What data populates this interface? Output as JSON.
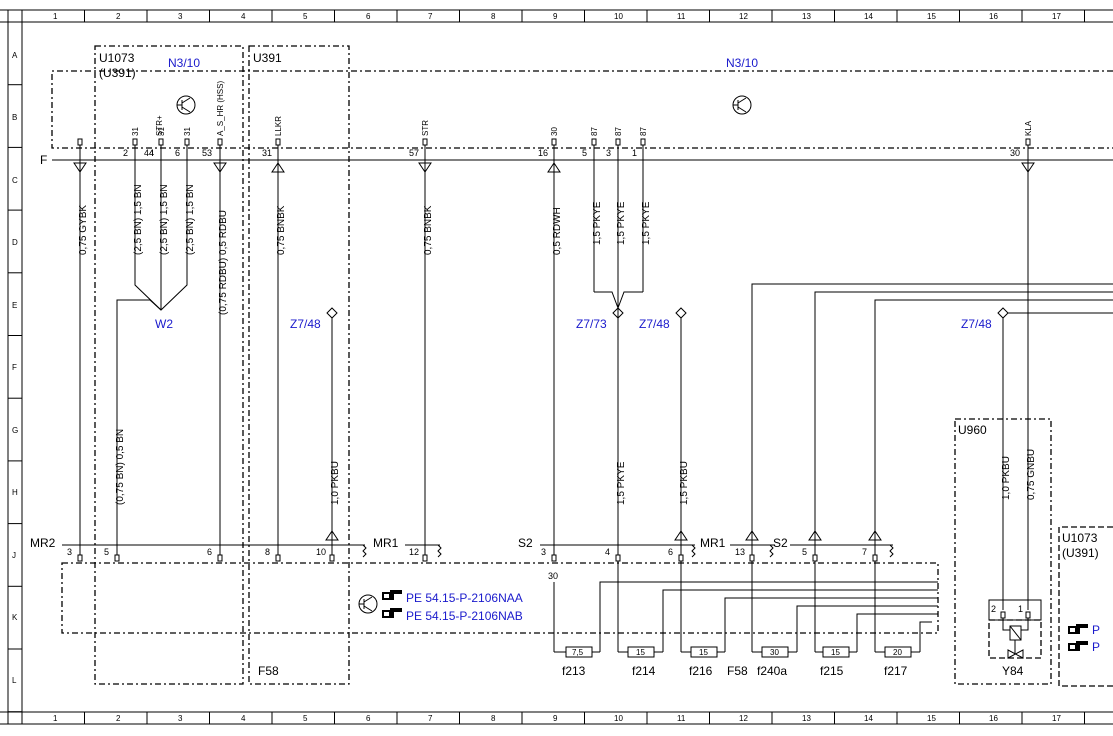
{
  "grid": {
    "columns": [
      "1",
      "2",
      "3",
      "4",
      "5",
      "6",
      "7",
      "8",
      "9",
      "10",
      "11",
      "12",
      "13",
      "14",
      "15",
      "16",
      "17"
    ],
    "rows": [
      "A",
      "B",
      "C",
      "D",
      "E",
      "F",
      "G",
      "H",
      "J",
      "K",
      "L"
    ]
  },
  "components": {
    "u1073": "U1073",
    "u391_sub": "(U391)",
    "u391": "U391",
    "n310": "N3/10",
    "u960": "U960",
    "y84": "Y84",
    "f58_a": "F58",
    "f58_b": "F58",
    "w2": "W2",
    "u1073_right": "U1073",
    "u391_right": "(U391)"
  },
  "bus": {
    "f": "F",
    "mr2": "MR2",
    "mr1_a": "MR1",
    "mr1_b": "MR1",
    "s2_a": "S2",
    "s2_b": "S2"
  },
  "connector_pins": [
    {
      "sig": "STR+",
      "num": "44"
    },
    {
      "sig": "31",
      "num": "2"
    },
    {
      "sig": "31",
      "num": "4"
    },
    {
      "sig": "31",
      "num": "6"
    },
    {
      "sig": "A_S_HR (HSS)",
      "num": "53"
    },
    {
      "sig": "LLKR",
      "num": "31"
    },
    {
      "sig": "STR",
      "num": "57"
    },
    {
      "sig": "30",
      "num": "16"
    },
    {
      "sig": "87",
      "num": "5"
    },
    {
      "sig": "87",
      "num": "3"
    },
    {
      "sig": "87",
      "num": "1"
    },
    {
      "sig": "KLA",
      "num": "30"
    }
  ],
  "wires": {
    "w1": "0,75 GYBK",
    "w2": "(2,5 BN) 1,5 BN",
    "w3": "(2,5 BN) 1,5 BN",
    "w4": "(2,5 BN) 1,5 BN",
    "w5": "(0,75 RDBU) 0,5 RDBU",
    "w6": "0,75 BNBK",
    "w7": "0,75 BNBK",
    "w8": "0,5 RDWH",
    "w9": "1,5 PKYE",
    "w10": "1,5 PKYE",
    "w11": "1,5 PKYE",
    "w12": "(0,75 BN) 0,5 BN",
    "w13": "1,0 PKBU",
    "w14": "1,5 PKYE",
    "w15": "1,5 PKBU",
    "w16": "1,0 PKBU",
    "w17": "0,75 GNBU"
  },
  "refs": {
    "z748_a": "Z7/48",
    "z773": "Z7/73",
    "z748_b": "Z7/48",
    "z748_c": "Z7/48"
  },
  "f58_pins": [
    "3",
    "5",
    "6",
    "8",
    "10",
    "12",
    "3",
    "4",
    "6",
    "13",
    "5",
    "7"
  ],
  "f58_pin30": "30",
  "fuses": [
    {
      "name": "f213",
      "rating": "7,5"
    },
    {
      "name": "f214",
      "rating": "15"
    },
    {
      "name": "f216",
      "rating": "15"
    },
    {
      "name": "f240a",
      "rating": "30"
    },
    {
      "name": "f215",
      "rating": "15"
    },
    {
      "name": "f217",
      "rating": "20"
    }
  ],
  "y84_pins": [
    "2",
    "1"
  ],
  "pe_refs": {
    "a": "PE 54.15-P-2106NAA",
    "b": "PE 54.15-P-2106NAB",
    "c": "P",
    "d": "P"
  },
  "icons": [
    "transistor-icon",
    "hand-pointer-icon"
  ]
}
